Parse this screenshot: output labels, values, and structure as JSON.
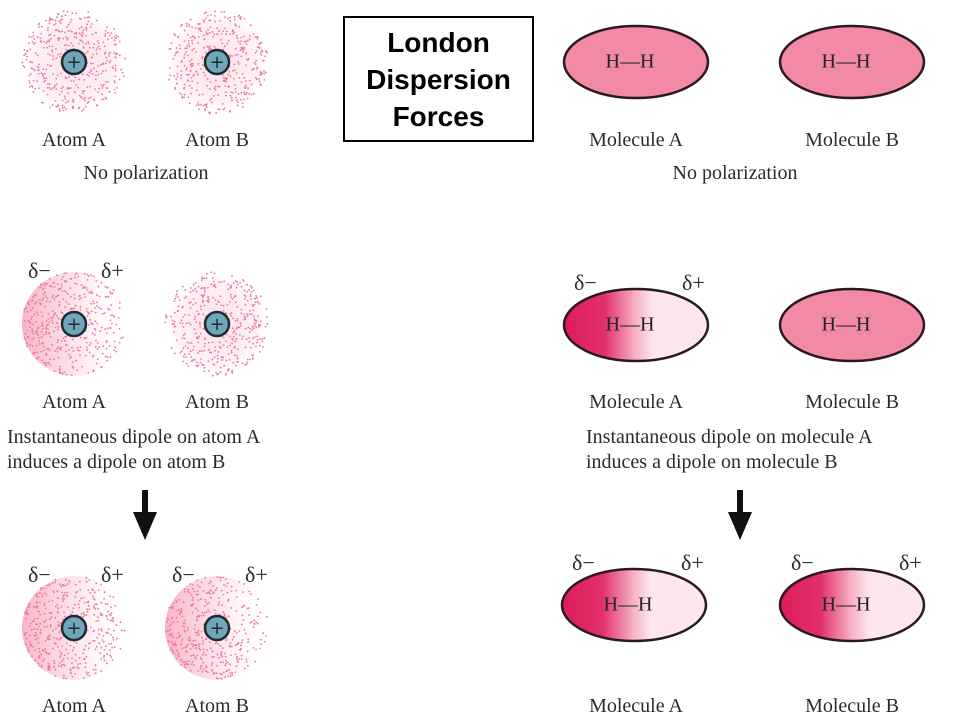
{
  "title": {
    "line1": "London",
    "line2": "Dispersion",
    "line3": "Forces"
  },
  "labels": {
    "atom_a": "Atom A",
    "atom_b": "Atom B",
    "molecule_a": "Molecule A",
    "molecule_b": "Molecule B",
    "no_polarization": "No polarization",
    "atom_caption_line1": "Instantaneous dipole on atom A",
    "atom_caption_line2": "induces a dipole on atom B",
    "molecule_caption_line1": "Instantaneous dipole on molecule A",
    "molecule_caption_line2": "induces a dipole on molecule B",
    "delta_minus": "δ−",
    "delta_plus": "δ+",
    "bond": "H—H",
    "nucleus": "+"
  },
  "colors": {
    "cloud_dot": "#e8789a",
    "nucleus_fill": "#6fa7b8",
    "nucleus_stroke": "#1d2b33",
    "molecule_fill": "#f28aa5",
    "molecule_dark": "#dd1c5a",
    "molecule_light": "#fde6ee",
    "molecule_stroke": "#2a1a20",
    "arrow": "#111111"
  }
}
